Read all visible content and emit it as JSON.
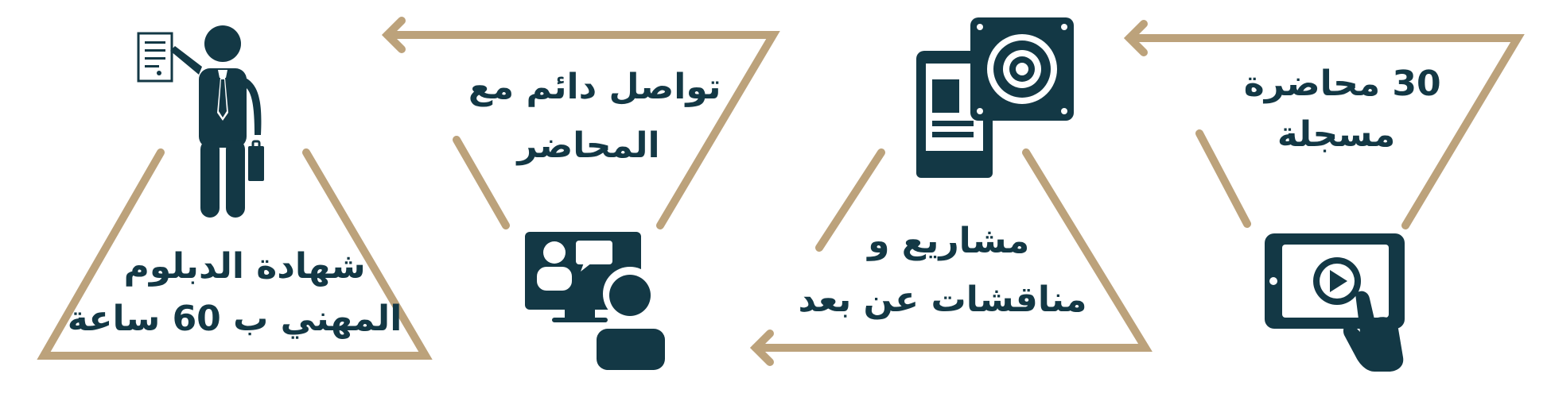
{
  "colors": {
    "frame": "#bca27b",
    "icon": "#133845",
    "background": "#ffffff"
  },
  "steps": [
    {
      "label_lines": [
        "30 محاضرة",
        "مسجلة"
      ],
      "icon": "tablet-video-touch-icon"
    },
    {
      "label_lines": [
        "مشاريع و",
        "مناقشات عن بعد"
      ],
      "icon": "document-gear-icon"
    },
    {
      "label_lines": [
        "تواصل دائم مع",
        "المحاضر"
      ],
      "icon": "video-conference-icon"
    },
    {
      "label_lines": [
        "شهادة الدبلوم",
        "المهني ب 60 ساعة"
      ],
      "icon": "businessman-certificate-icon"
    }
  ]
}
